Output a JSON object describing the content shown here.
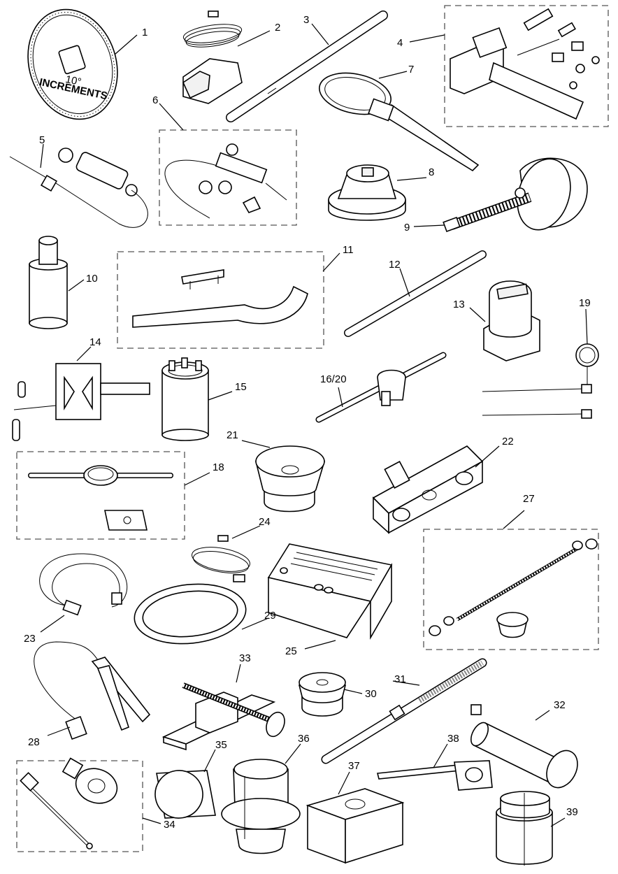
{
  "protractor": {
    "line1": "10°",
    "line2": "INCREMENTS"
  },
  "callouts": {
    "c1": "1",
    "c2": "2",
    "c3": "3",
    "c4": "4",
    "c5": "5",
    "c6": "6",
    "c7": "7",
    "c8": "8",
    "c9": "9",
    "c10": "10",
    "c11": "11",
    "c12": "12",
    "c13": "13",
    "c14": "14",
    "c15": "15",
    "c16_20": "16/20",
    "c18": "18",
    "c19": "19",
    "c21": "21",
    "c22": "22",
    "c23": "23",
    "c24": "24",
    "c25": "25",
    "c27": "27",
    "c28": "28",
    "c29": "29",
    "c30": "30",
    "c31": "31",
    "c32": "32",
    "c33": "33",
    "c34": "34",
    "c35": "35",
    "c36": "36",
    "c37": "37",
    "c38": "38",
    "c39": "39"
  }
}
